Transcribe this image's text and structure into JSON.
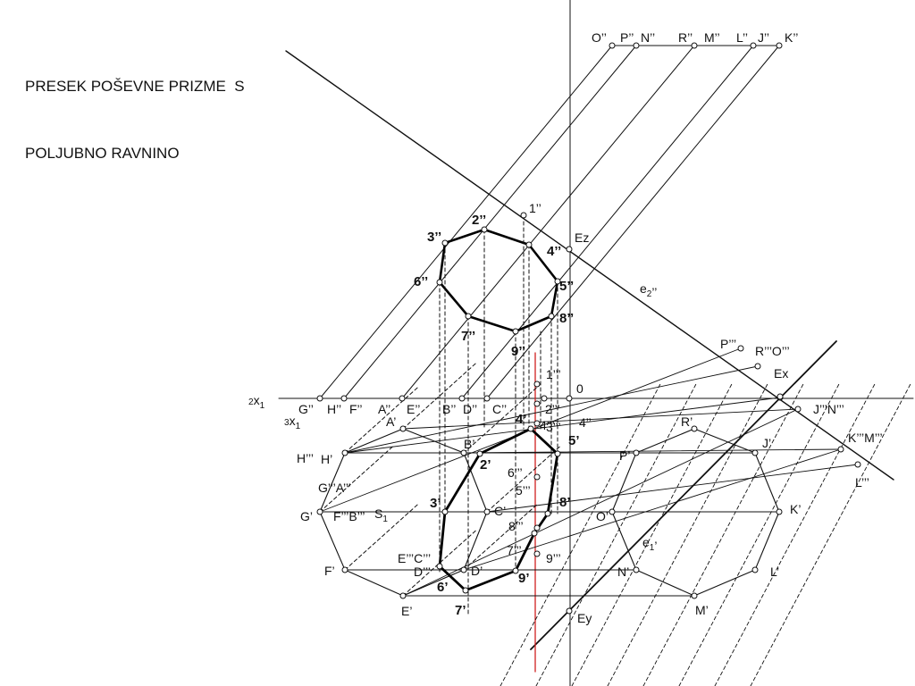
{
  "title": {
    "line1": "PRESEK POŠEVNE PRIZME  S",
    "line2": "POLJUBNO RAVNINO"
  },
  "colors": {
    "line": "#111111",
    "section": "#000000",
    "auxiliary": "#d02020"
  },
  "axis_labels": {
    "x21_pre": "2",
    "x21_main": "x",
    "x21_sub": "1",
    "x31_pre": "3",
    "x31_main": "x",
    "x31_sub": "1",
    "e2_main": "e",
    "e2_sub": "2",
    "e2_post": "’’",
    "e1_main": "e",
    "e1_sub": "1",
    "e1_post": "’",
    "S1_main": "S",
    "S1_sub": "1"
  },
  "top_labels": [
    "O’’",
    "P’’",
    "N’’",
    "R’’",
    "M’’",
    "L’’",
    "J’’",
    "K’’"
  ],
  "x_axis_labels": [
    "G’’",
    "H’’",
    "F’’",
    "A’’",
    "E’’",
    "B’’",
    "D’’",
    "C’’"
  ],
  "section_front_labels": [
    "2’’",
    "3’’",
    "4’’",
    "5’’",
    "6’’",
    "7’’",
    "8’’",
    "9’’"
  ],
  "section_top_labels": [
    "2’",
    "3’",
    "4’",
    "5’",
    "6’",
    "7’",
    "8’",
    "9’"
  ],
  "base_top_labels": [
    "A’",
    "B’",
    "C’",
    "D’",
    "E’",
    "F’",
    "G’",
    "H’"
  ],
  "base_top_right_labels": [
    "J’",
    "K’",
    "L’",
    "M’",
    "N’",
    "O’",
    "P’",
    "R’"
  ],
  "third_view_labels": [
    "P’’’",
    "R’’’O’’’",
    "J’’’N’’’",
    "K’’’M’’’",
    "L’’’",
    "H’’’",
    "G’’’A’’’",
    "F’’’B’’’",
    "E’’’C’’’",
    "D’’’"
  ],
  "third_section_labels": [
    "1’’’",
    "2’’’",
    "3’’’",
    "4’’’",
    "5’’’",
    "6’’’",
    "7’’’",
    "8’’’",
    "9’’’"
  ],
  "misc_labels": {
    "one_front": "1’’",
    "four_dd": "4’’",
    "Ez": "Ez",
    "Ex": "Ex",
    "Ey": "Ey",
    "zero": "0"
  }
}
